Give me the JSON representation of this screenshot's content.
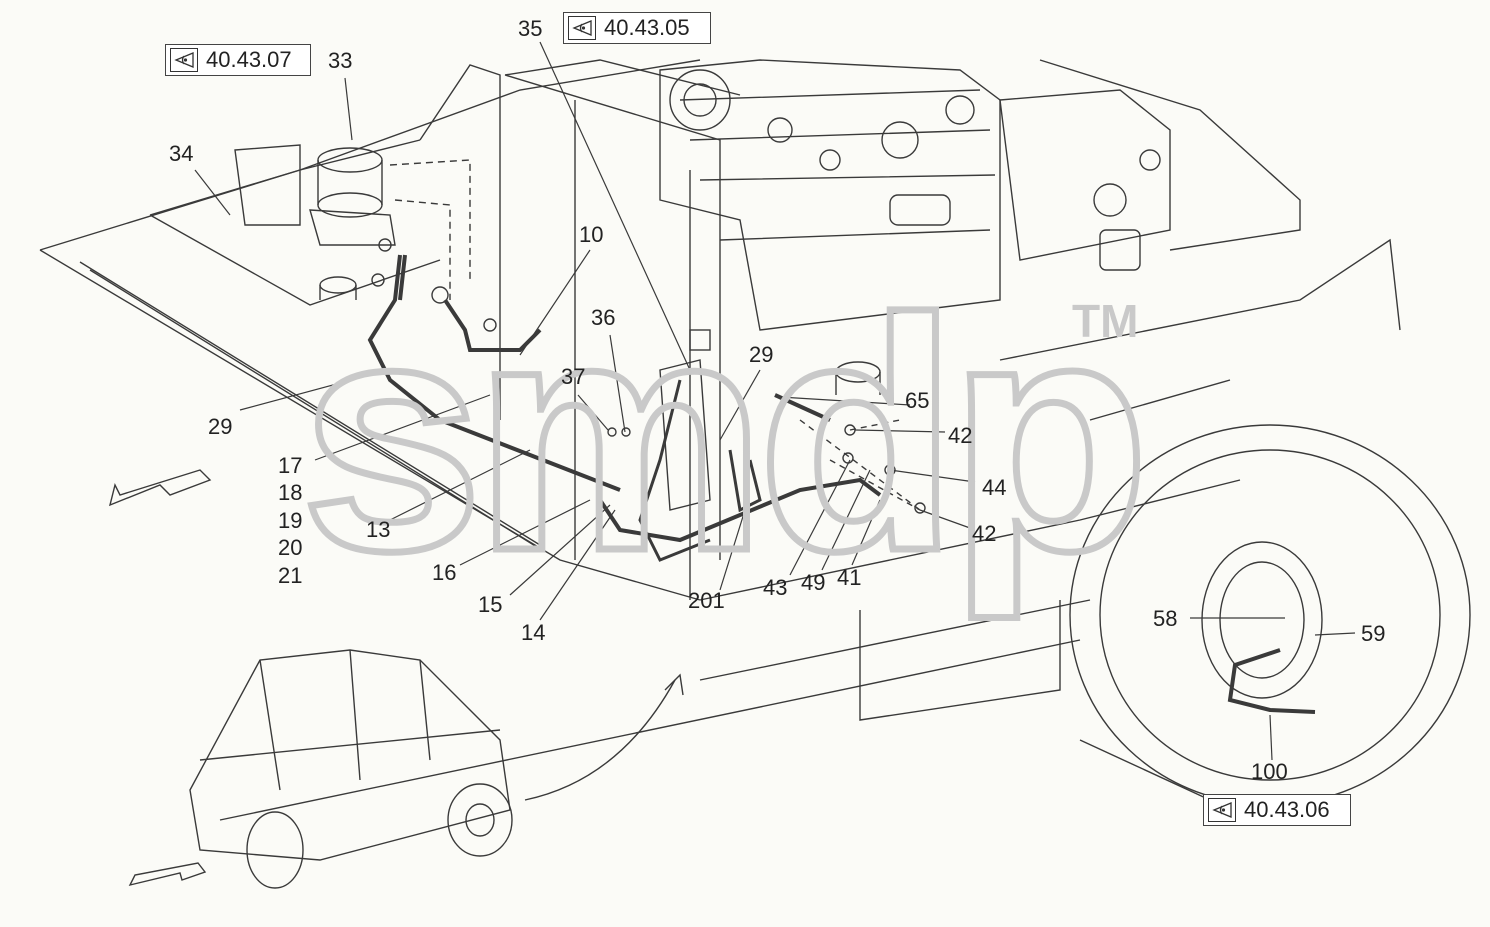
{
  "references": [
    {
      "id": "ref-40-43-07",
      "text": "40.43.07"
    },
    {
      "id": "ref-40-43-05",
      "text": "40.43.05"
    },
    {
      "id": "ref-40-43-06",
      "text": "40.43.06"
    }
  ],
  "callouts": [
    "33",
    "34",
    "35",
    "10",
    "36",
    "37",
    "29",
    "29",
    "65",
    "42",
    "44",
    "42",
    "17",
    "18",
    "19",
    "20",
    "21",
    "13",
    "16",
    "15",
    "14",
    "201",
    "43",
    "49",
    "41",
    "58",
    "59",
    "100"
  ],
  "watermark": "smdp",
  "watermark_tm": "TM",
  "colors": {
    "line": "#3a3a3a",
    "watermark": "#c9c9c9",
    "background": "#fbfbf7"
  }
}
